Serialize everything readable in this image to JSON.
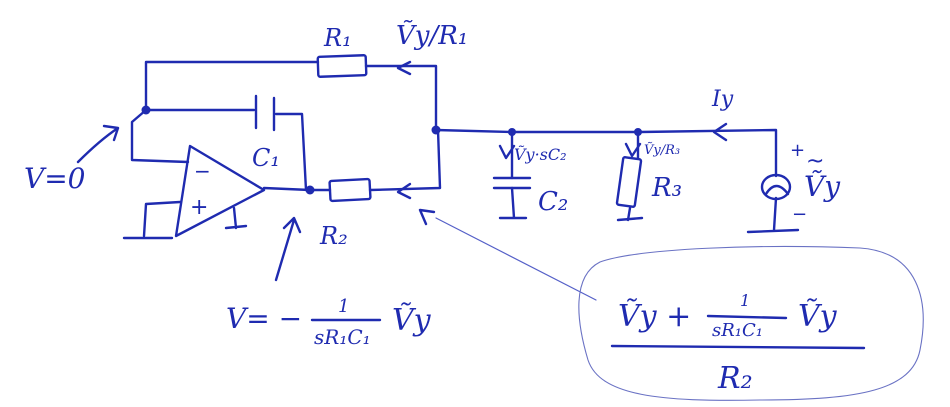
{
  "diagram": {
    "ink_color": "#1f2bb0",
    "labels": {
      "r1": "R₁",
      "r2": "R₂",
      "r3": "R₃",
      "c1": "C₁",
      "c2": "C₂",
      "current_r1": "Ṽy/R₁",
      "current_c2": "Ṽy·sC₂",
      "current_r3": "Ṽy/R₃",
      "current_iy": "Iy",
      "source_v": "Ṽy",
      "source_plus": "+",
      "source_minus": "−",
      "source_tilde": "~",
      "opamp_minus": "−",
      "opamp_plus": "+",
      "v_inverting": "V=0"
    },
    "output_voltage": {
      "lhs": "V= −",
      "num": "1",
      "den": "sR₁C₁",
      "rhs": "Ṽy"
    },
    "callout": {
      "num_left": "Ṽy +",
      "frac_num": "1",
      "frac_den": "sR₁C₁",
      "num_right": "Ṽy",
      "den": "R₂"
    }
  }
}
